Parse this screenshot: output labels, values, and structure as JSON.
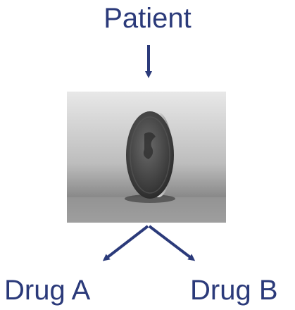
{
  "nodes": {
    "top": "Patient",
    "left": "Drug A",
    "right": "Drug B"
  },
  "photo": {
    "subject": "coin standing on edge"
  },
  "colors": {
    "text": "#2b3a7a",
    "arrow": "#2b3a7a"
  }
}
